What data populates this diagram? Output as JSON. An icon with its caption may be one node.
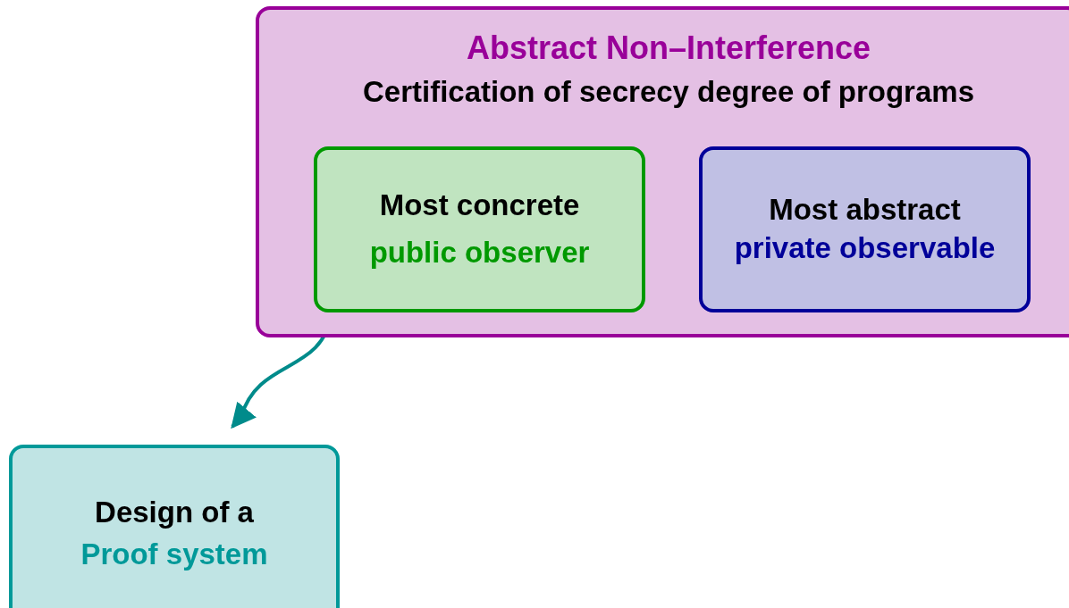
{
  "diagram": {
    "nodes": [
      {
        "text": [
          "Abstract Non–Interference",
          "Certification of secrecy degree of programs"
        ]
      },
      {
        "text": [
          "Most concrete",
          "public observer"
        ],
        "in": 0
      },
      {
        "text": [
          "Most abstract",
          "private observable"
        ],
        "in": 0
      },
      {
        "text": [
          "Design of a",
          "Proof system"
        ]
      }
    ],
    "edges": [
      {
        "from": 1,
        "to": 3,
        "arrow": "to",
        "color": "#008b8b"
      }
    ]
  }
}
